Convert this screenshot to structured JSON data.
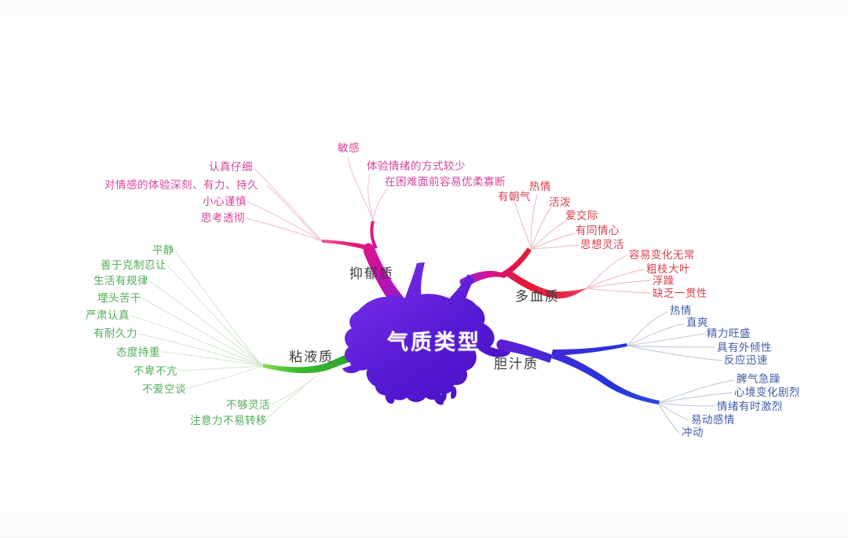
{
  "title": "气质类型",
  "colors": {
    "center_blob": "#5a1bd2",
    "melancholic_accent": "#e5177c",
    "sanguine_accent": "#e41734",
    "choleric_accent": "#2336dd",
    "phlegmatic_accent": "#36bc2a",
    "branch_label_text": "#3a3a3a"
  },
  "branches": [
    {
      "name": "抑郁质",
      "color": "#d6459a",
      "leaves": [
        "敏感",
        "体验情绪的方式较少",
        "在困难面前容易优柔寡断",
        "认真仔细",
        "对情感的体验深刻、有力、持久",
        "小心谨慎",
        "思考透彻"
      ]
    },
    {
      "name": "多血质",
      "color": "#d4414e",
      "leaves": [
        "热情",
        "有朝气",
        "活泼",
        "爱交际",
        "有同情心",
        "思想灵活",
        "容易变化无常",
        "粗枝大叶",
        "浮躁",
        "缺乏一贯性"
      ]
    },
    {
      "name": "胆汁质",
      "color": "#3f5ea6",
      "leaves": [
        "热情",
        "直爽",
        "精力旺盛",
        "具有外倾性",
        "反应迅速",
        "脾气急躁",
        "心境变化剧烈",
        "情绪有时激烈",
        "易动感情",
        "冲动"
      ]
    },
    {
      "name": "粘液质",
      "color": "#4fae57",
      "leaves": [
        "平静",
        "善于克制忍让",
        "生活有规律",
        "埋头苦干",
        "严肃认真",
        "有耐久力",
        "态度持重",
        "不卑不亢",
        "不爱空谈",
        "不够灵活",
        "注意力不易转移"
      ]
    }
  ]
}
